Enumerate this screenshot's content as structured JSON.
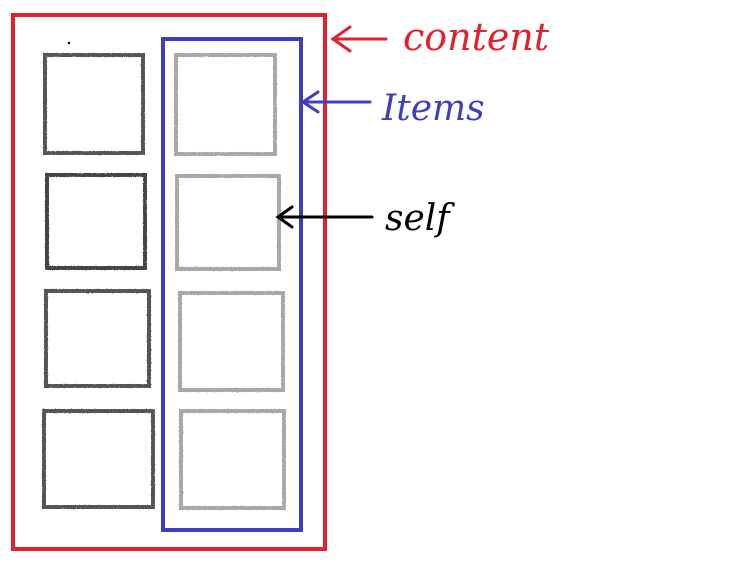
{
  "labels": {
    "content": "content",
    "items": "Items",
    "self": "self"
  },
  "colors": {
    "content": "#e0212e",
    "items": "#3d3fbf",
    "self": "#000000",
    "box_dark": "#555555",
    "box_light": "#a8a8a8"
  },
  "grid": {
    "rows": 4,
    "columns": 2
  }
}
